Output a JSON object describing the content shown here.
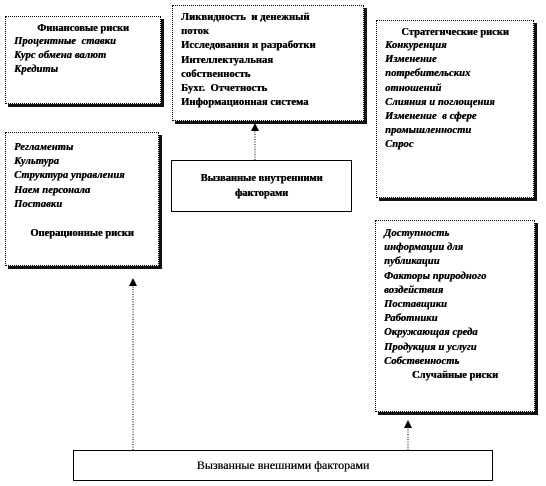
{
  "financial": {
    "title": "Финансовые  риски",
    "items": [
      "Процентные  ставки",
      "Курс обмена валют",
      "Кредиты"
    ]
  },
  "internal_top": {
    "items": [
      "Ликвидность  и денежный",
      "поток",
      "Исследования и разработки",
      "Интеллектуальная",
      "собственность",
      "Бухг.  Отчетность",
      "Информационная система"
    ]
  },
  "strategic": {
    "title": "Стратегические  риски",
    "items": [
      "Конкуренция",
      "Изменение",
      "потребительских",
      "отношений",
      "Слияния и поглощения",
      "Изменение  в сфере",
      "промышленности",
      "Спрос"
    ]
  },
  "operational": {
    "items": [
      "Регламенты",
      "Культура",
      "Структура управления",
      "Наем персонала",
      "Поставки"
    ],
    "title": "Операционные  риски"
  },
  "internal_factors": {
    "label_line1": "Вызванные  внутренними",
    "label_line2": "факторами"
  },
  "random": {
    "items": [
      "Доступность",
      "информации для",
      "публикации",
      "Факторы природного",
      "воздействия",
      "Поставщики",
      "Работники",
      "Окружающая среда",
      "Продукция и услуги",
      "Собственность"
    ],
    "title": "Случайные  риски"
  },
  "external_factors": {
    "label": "Вызванные внешними факторами"
  }
}
